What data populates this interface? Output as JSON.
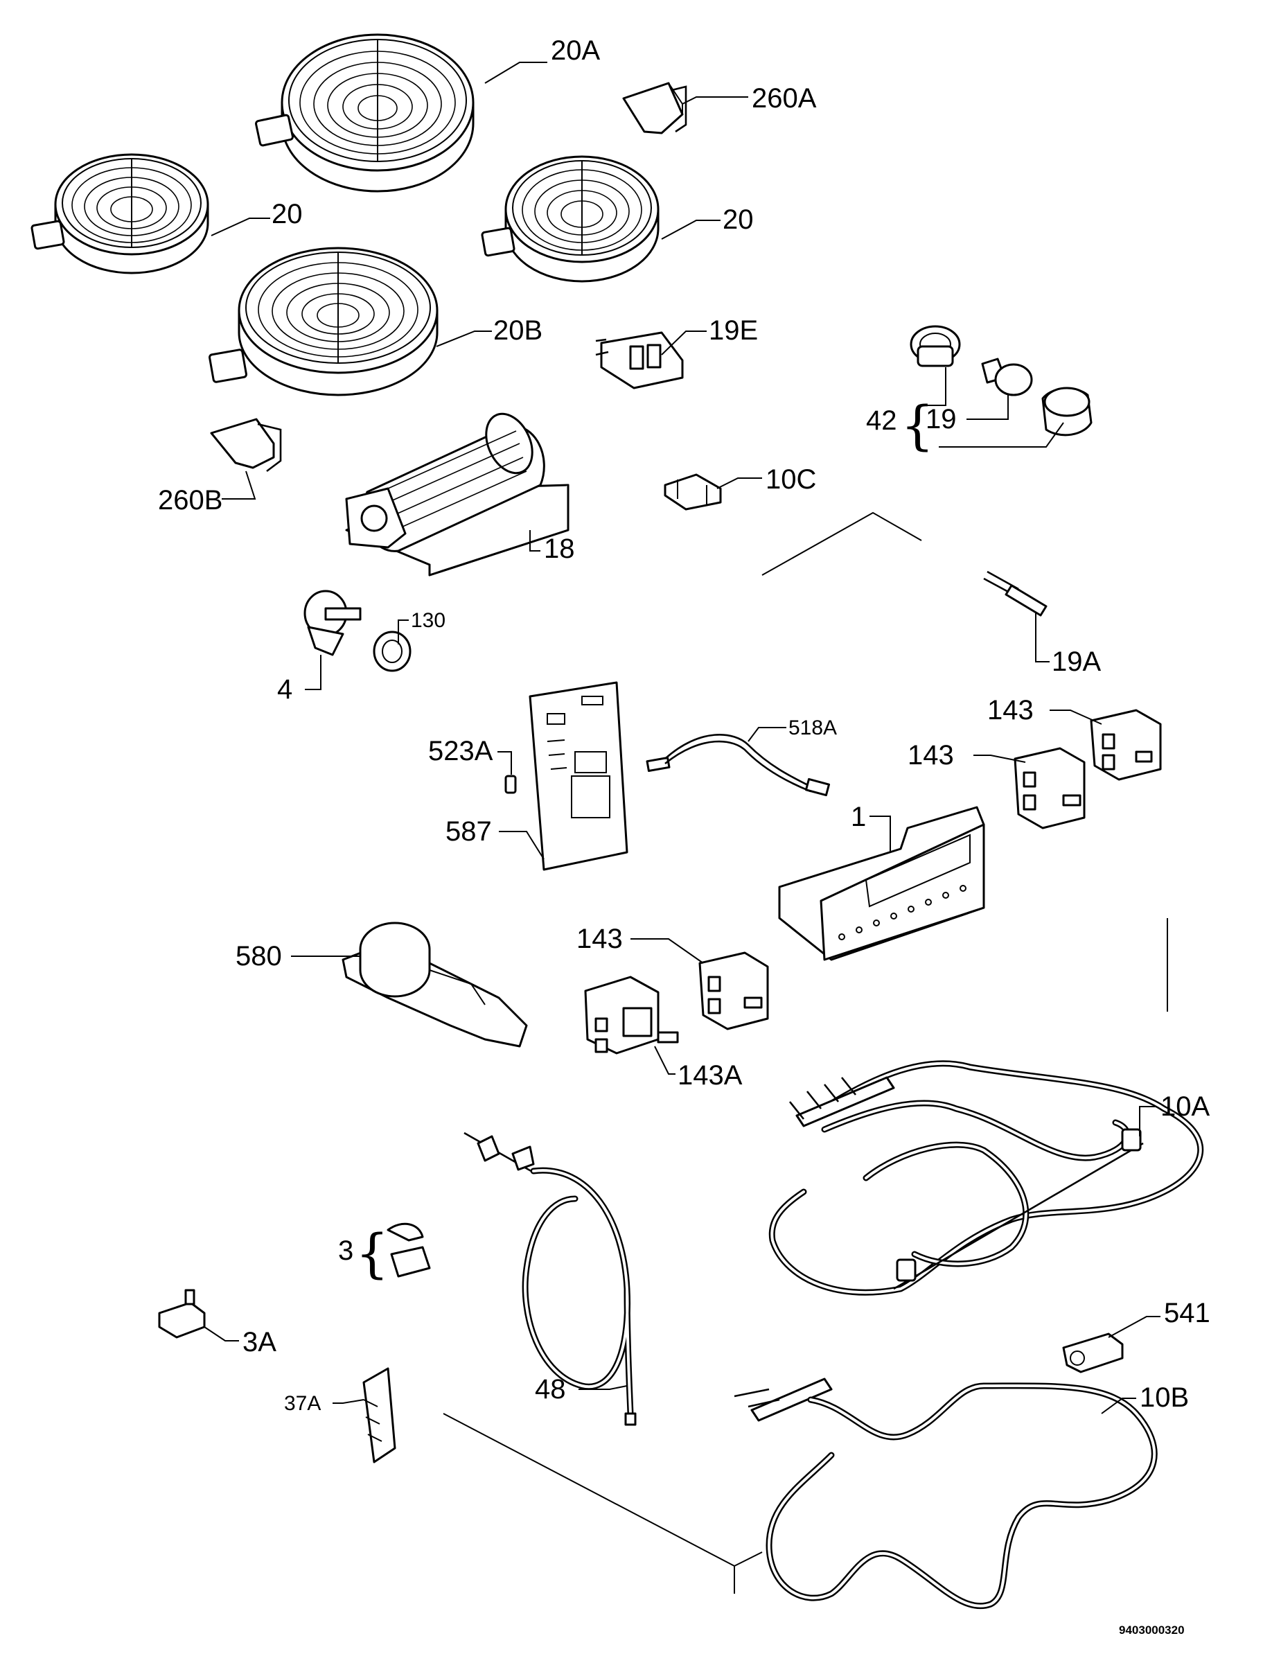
{
  "labels": {
    "p20a": "20A",
    "p260a": "260A",
    "p20_left": "20",
    "p20_right": "20",
    "p20b": "20B",
    "p19e": "19E",
    "p42": "42",
    "p19": "19",
    "p260b": "260B",
    "p10c": "10C",
    "p18": "18",
    "p130": "130",
    "p19a": "19A",
    "p4": "4",
    "p518a": "518A",
    "p523a": "523A",
    "p143_top": "143",
    "p143_mid": "143",
    "p1": "1",
    "p587": "587",
    "p580": "580",
    "p143_low": "143",
    "p143a": "143A",
    "p10a": "10A",
    "p3": "3",
    "p541": "541",
    "p3a": "3A",
    "p37a": "37A",
    "p48": "48",
    "p10b": "10B"
  },
  "drawing_code": "9403000320"
}
